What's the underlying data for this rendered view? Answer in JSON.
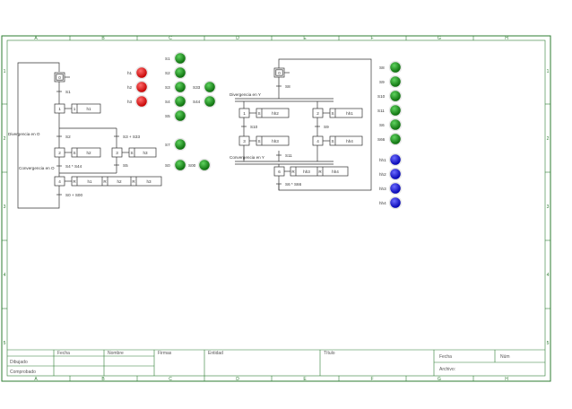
{
  "frame": {
    "columns": [
      "A",
      "B",
      "C",
      "D",
      "E",
      "F",
      "G",
      "H"
    ],
    "rows": [
      "1",
      "2",
      "3",
      "4",
      "5"
    ]
  },
  "title_block": {
    "fecha": "Fecha",
    "nombre": "Nombre",
    "firmas": "Firmas",
    "entidad": "Entidad",
    "titulo": "Título",
    "fecha2": "Fecha",
    "num": "Núm",
    "dibujado": "Dibujado",
    "comprobado": "Comprobado",
    "archivo": "Archivo:"
  },
  "grafcet1": {
    "divergencia": "Divergencia en O",
    "convergencia": "Convergencia en O",
    "steps": {
      "s0": "0",
      "s1": "1",
      "s2": "2",
      "s3": "3",
      "s4": "4"
    },
    "actions": {
      "a1": "h1",
      "a2": "h2",
      "a3": "h3",
      "a4a": "h1",
      "a4b": "h2",
      "a4c": "h3"
    },
    "transitions": {
      "t01": "S1",
      "t12": "S2",
      "t13": "S3 + S33",
      "t2": "S4 * S44",
      "t3": "S5",
      "t40": "S0 + S00"
    }
  },
  "lamps_mid": {
    "h1": "h1",
    "h2": "h2",
    "h3": "h3",
    "s1": "S1",
    "s2": "S2",
    "s3": "S3",
    "s33": "S33",
    "s4": "S4",
    "s44": "S44",
    "s5": "S5",
    "s7": "S7",
    "s0": "S0",
    "s00": "S00"
  },
  "grafcet2": {
    "divergencia": "Divergencia en Y",
    "convergencia": "Convergencia en Y",
    "steps": {
      "s0": "0",
      "s1": "1",
      "s2": "2",
      "s3": "3",
      "s4": "4",
      "s6": "6"
    },
    "actions": {
      "a1": "hh2",
      "a2": "hh1",
      "a3": "hh3",
      "a4": "hh4",
      "a6a": "hh3",
      "a6b": "hh4"
    },
    "transitions": {
      "t0": "S8",
      "t1": "S10",
      "t2": "S9",
      "t3": "S11",
      "t6": "S6 * S66"
    }
  },
  "lamps_right": {
    "s8": "S8",
    "s9": "S9",
    "s10": "S10",
    "s11": "S11",
    "s6": "S6",
    "s66": "S66",
    "hh1": "hh1",
    "hh2": "hh2",
    "hh3": "hh3",
    "hh4": "hh4"
  },
  "colors": {
    "green_lamp": "#1b8a1b",
    "red_lamp": "#e01010",
    "blue_lamp": "#1010d0",
    "frame": "#2e7d32"
  }
}
